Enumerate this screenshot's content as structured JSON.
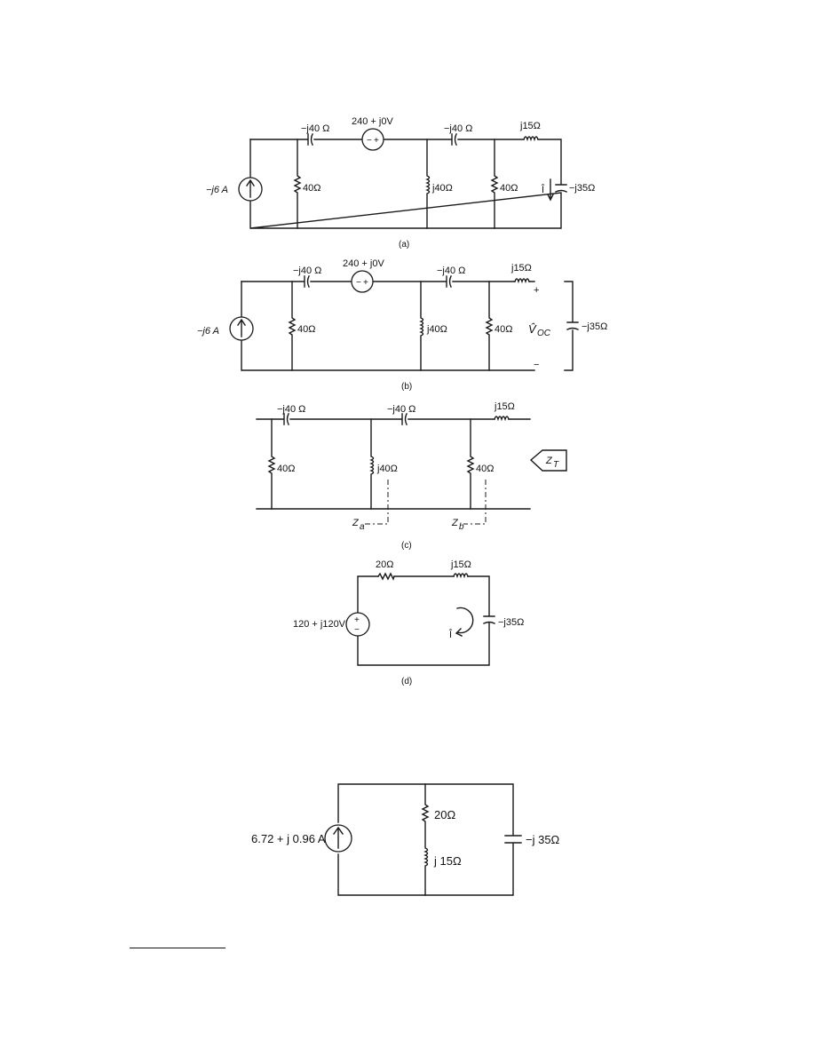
{
  "figure_a": {
    "caption": "(a)",
    "source": "−j6 A",
    "cap1": "−j40 Ω",
    "vsrc": "240 + j0V",
    "cap2": "−j40 Ω",
    "ind_top": "j15Ω",
    "r1": "40Ω",
    "l_mid": "j40Ω",
    "r2": "40Ω",
    "load_cap": "−j35Ω",
    "current": "Î"
  },
  "figure_b": {
    "caption": "(b)",
    "source": "−j6 A",
    "cap1": "−j40 Ω",
    "vsrc": "240 + j0V",
    "cap2": "−j40 Ω",
    "ind_top": "j15Ω",
    "r1": "40Ω",
    "l_mid": "j40Ω",
    "r2": "40Ω",
    "voc": "V̂",
    "voc_sub": "OC",
    "plus": "+",
    "minus": "−",
    "load_cap": "−j35Ω"
  },
  "figure_c": {
    "caption": "(c)",
    "cap1": "−j40 Ω",
    "cap2": "−j40 Ω",
    "ind_top": "j15Ω",
    "r1": "40Ω",
    "l_mid": "j40Ω",
    "r2": "40Ω",
    "za": "Z",
    "za_sub": "a",
    "zb": "Z",
    "zb_sub": "b",
    "zt": "Z",
    "zt_sub": "T"
  },
  "figure_d": {
    "caption": "(d)",
    "r": "20Ω",
    "l": "j15Ω",
    "vsrc": "120 + j120V",
    "plus": "+",
    "minus": "−",
    "c": "−j35Ω",
    "current": "Î"
  },
  "figure_e": {
    "source": "6.72 + j 0.96 A",
    "r": "20Ω",
    "l": "j 15Ω",
    "c": "−j 35Ω"
  }
}
